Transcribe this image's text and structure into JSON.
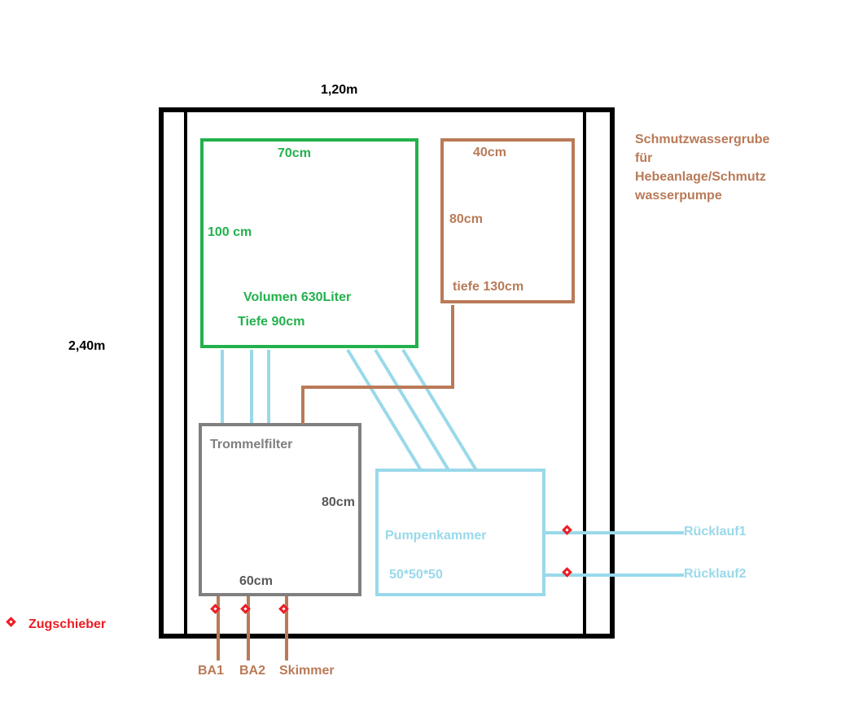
{
  "diagram": {
    "outer": {
      "width_label": "1,20m",
      "height_label": "2,40m"
    },
    "green_tank": {
      "top_label": "70cm",
      "side_label": "100 cm",
      "volume_label": "Volumen 630Liter",
      "depth_label": "Tiefe 90cm"
    },
    "pit": {
      "top_label": "40cm",
      "side_label": "80cm",
      "depth_label": "tiefe 130cm"
    },
    "pit_note": {
      "line1": "Schmutzwassergrube",
      "line2": "für",
      "line3": "Hebeanlage/Schmutz",
      "line4": "wasserpumpe"
    },
    "trommelfilter": {
      "title": "Trommelfilter",
      "side_label": "80cm",
      "bottom_label": "60cm"
    },
    "pump_chamber": {
      "title": "Pumpenkammer",
      "size_label": "50*50*50"
    },
    "returns": {
      "line1_label": "Rücklauf1",
      "line2_label": "Rücklauf2"
    },
    "inlets": {
      "ba1_label": "BA1",
      "ba2_label": "BA2",
      "skimmer_label": "Skimmer"
    },
    "legend": {
      "valve_label": "Zugschieber"
    }
  },
  "colors": {
    "green": "#22b14c",
    "brown": "#b97a57",
    "light_blue": "#99d9ea",
    "gray": "#7f7f7f",
    "dark_gray": "#595959",
    "red": "#ed1c24",
    "black": "#000000"
  }
}
